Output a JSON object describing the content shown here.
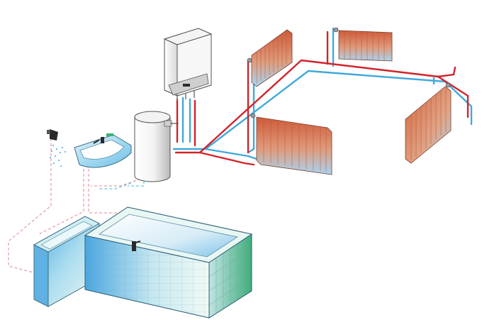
{
  "diagram": {
    "type": "heating-and-hot-water-system-illustration",
    "components": [
      {
        "id": "wall-boiler",
        "icon": "wall-mounted-boiler"
      },
      {
        "id": "hot-water-cylinder",
        "icon": "storage-cylinder"
      },
      {
        "id": "radiator-back-left",
        "icon": "radiator"
      },
      {
        "id": "radiator-back-right",
        "icon": "radiator"
      },
      {
        "id": "radiator-front",
        "icon": "radiator"
      },
      {
        "id": "radiator-side-right",
        "icon": "radiator"
      },
      {
        "id": "wash-basin",
        "icon": "sink"
      },
      {
        "id": "shower-head",
        "icon": "shower"
      },
      {
        "id": "bathtub",
        "icon": "tiled-bathtub"
      }
    ],
    "colors": {
      "flow_pipe": "#d2232a",
      "return_pipe": "#3fa9dc",
      "dhw_pipe_dashed": "#e8a0a8",
      "dhw_cold_dashed": "#6cc4e8",
      "radiator_hot": "#d6693e",
      "radiator_cool": "#a9d3f0",
      "tile_light": "#e6f5ee",
      "tile_blue": "#4aa7e0",
      "tile_green": "#3fae7a",
      "outline": "#333333"
    }
  }
}
